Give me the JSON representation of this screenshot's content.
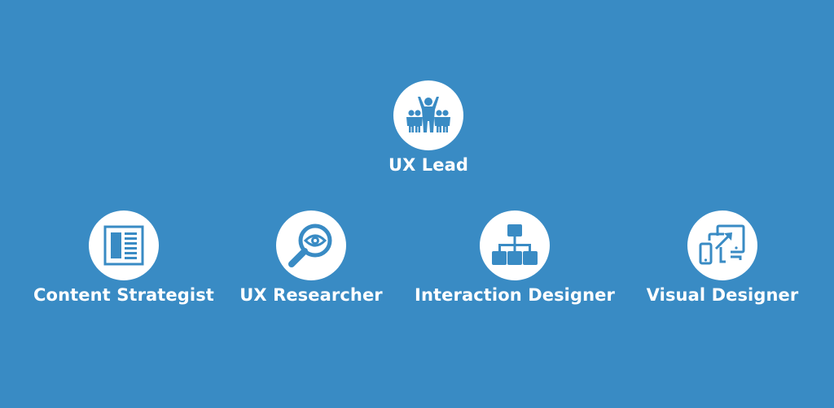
{
  "diagram": {
    "type": "org-chart",
    "background_color": "#398bc4",
    "icon_color": "#398bc4",
    "circle_color": "#ffffff",
    "root": {
      "label": "UX Lead",
      "icon": "team-people-icon"
    },
    "children": [
      {
        "label": "Content Strategist",
        "icon": "content-layout-icon"
      },
      {
        "label": "UX Researcher",
        "icon": "magnifier-eye-icon"
      },
      {
        "label": "Interaction Designer",
        "icon": "sitemap-hierarchy-icon"
      },
      {
        "label": "Visual Designer",
        "icon": "responsive-devices-icon"
      }
    ]
  }
}
